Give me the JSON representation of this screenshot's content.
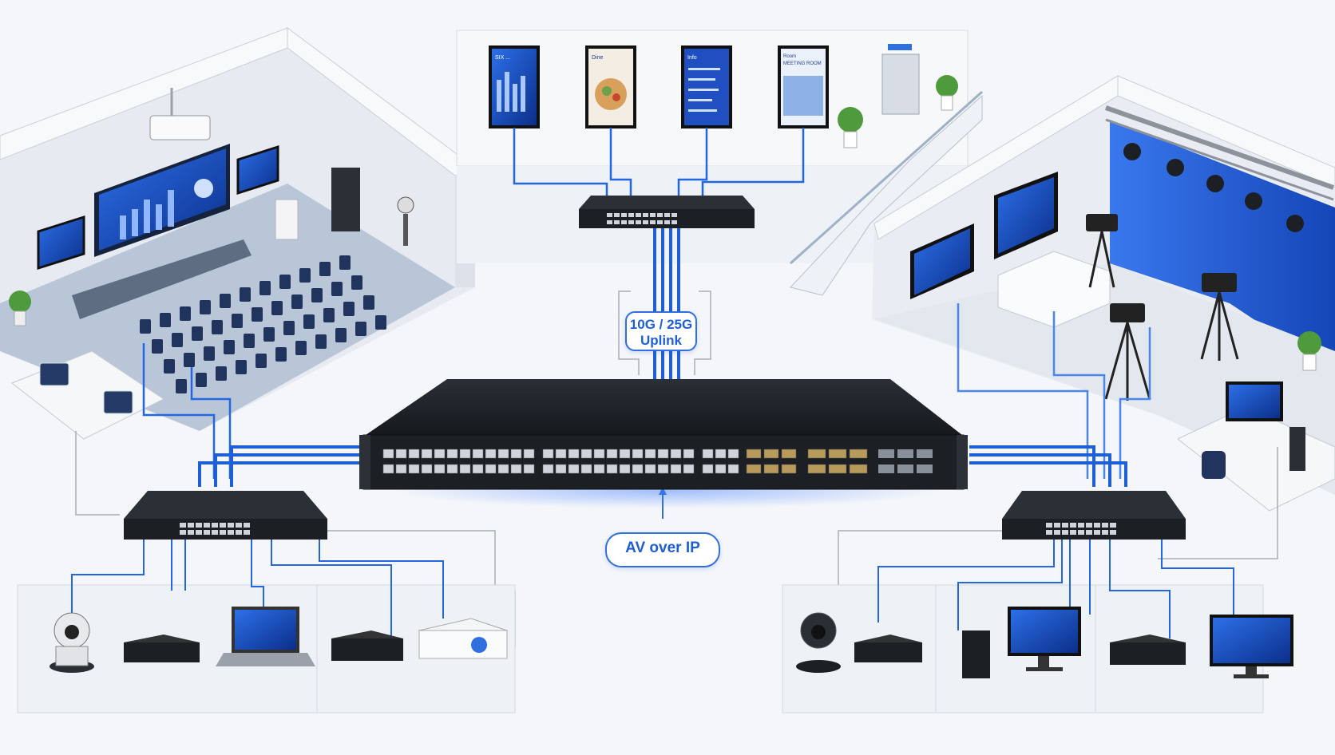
{
  "labels": {
    "uplink_line1": "10G / 25G",
    "uplink_line2": "Uplink",
    "av_over_ip": "AV over IP"
  },
  "signage": [
    {
      "line1": "SIX ...",
      "line2": "..."
    },
    {
      "line1": "Dine",
      "line2": "..."
    },
    {
      "line1": "Info",
      "line2": "..."
    },
    {
      "line1": "Room",
      "line2": "MEETING ROOM"
    }
  ],
  "colors": {
    "accent": "#1f5fd6",
    "link": "#2f6fe0",
    "switch_body": "#1c1f24",
    "wall": "#e9ecf2",
    "floor": "#cfd7e4",
    "panel": "#eef1f6"
  }
}
